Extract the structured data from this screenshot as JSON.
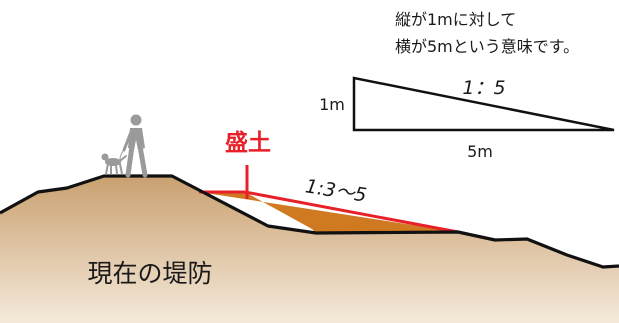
{
  "note": {
    "line1": "縦が1mに対して",
    "line2": "横が5mという意味です。"
  },
  "slope_scale": {
    "ratio_label": "1：5",
    "height_label": "1m",
    "width_label": "5m",
    "rise": 1,
    "run": 5
  },
  "fill": {
    "label": "盛土",
    "slope_label": "1:3〜5"
  },
  "embankment": {
    "label": "現在の堤防"
  },
  "colors": {
    "embankment_top": "#c9a070",
    "embankment_bottom": "#f5eadb",
    "fill": "#cf7a20",
    "fill_outline": "#e8202a",
    "label_red": "#e8202a",
    "outline": "#111111",
    "figure": "#9a9a9a"
  },
  "icons": [
    "walker-figure-icon",
    "dog-figure-icon"
  ]
}
